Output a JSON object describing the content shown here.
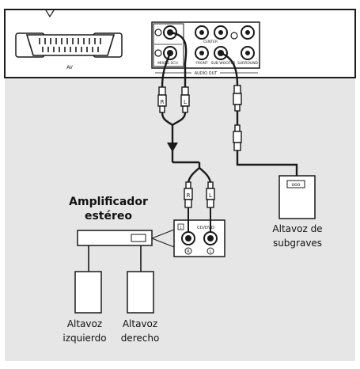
{
  "panel_labels": {
    "av": "AV",
    "mixed_2ch": "MIXED 2CH",
    "center": "CENTER",
    "front": "FRONT",
    "sub_woofer": "SUB WOOFER",
    "surround": "SURROUND",
    "audio_out": "AUDIO OUT"
  },
  "plug_letters": {
    "right": "R",
    "left": "L"
  },
  "amp_panel": {
    "source": "CD/DVD",
    "right_mark": "R",
    "left_mark": "L"
  },
  "subwoofer_panel": "ooo",
  "labels": {
    "amplifier": "Amplificador estéreo",
    "subwoofer": "Altavoz de subgraves",
    "left_speaker": "Altavoz izquierdo",
    "right_speaker": "Altavoz derecho"
  },
  "colors": {
    "background": "#e6e6e6",
    "stroke": "#1a1a1a",
    "panel": "#ffffff"
  }
}
